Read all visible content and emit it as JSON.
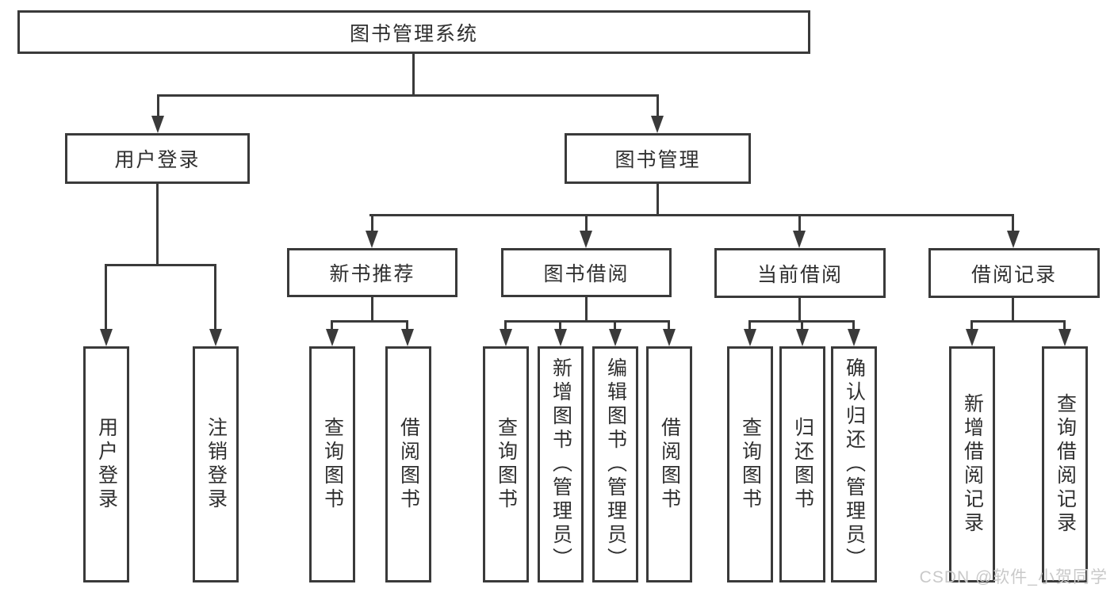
{
  "root": {
    "label": "图书管理系统"
  },
  "user_login": {
    "label": "用户登录",
    "children": [
      {
        "label": "用户登录"
      },
      {
        "label": "注销登录"
      }
    ]
  },
  "book_mgmt": {
    "label": "图书管理"
  },
  "new_book": {
    "label": "新书推荐",
    "children": [
      {
        "label": "查询图书"
      },
      {
        "label": "借阅图书"
      }
    ]
  },
  "book_borrow": {
    "label": "图书借阅",
    "children": [
      {
        "label": "查询图书"
      },
      {
        "label": "新增图书（管理员）"
      },
      {
        "label": "编辑图书（管理员）"
      },
      {
        "label": "借阅图书"
      }
    ]
  },
  "current_borrow": {
    "label": "当前借阅",
    "children": [
      {
        "label": "查询图书"
      },
      {
        "label": "归还图书"
      },
      {
        "label": "确认归还（管理员）"
      }
    ]
  },
  "borrow_record": {
    "label": "借阅记录",
    "children": [
      {
        "label": "新增借阅记录"
      },
      {
        "label": "查询借阅记录"
      }
    ]
  },
  "watermark": "CSDN @软件_小贺同学",
  "colors": {
    "line": "#3a3a3a",
    "text": "#2f2f2f",
    "background": "#ffffff",
    "watermark": "#c9c9c9"
  }
}
